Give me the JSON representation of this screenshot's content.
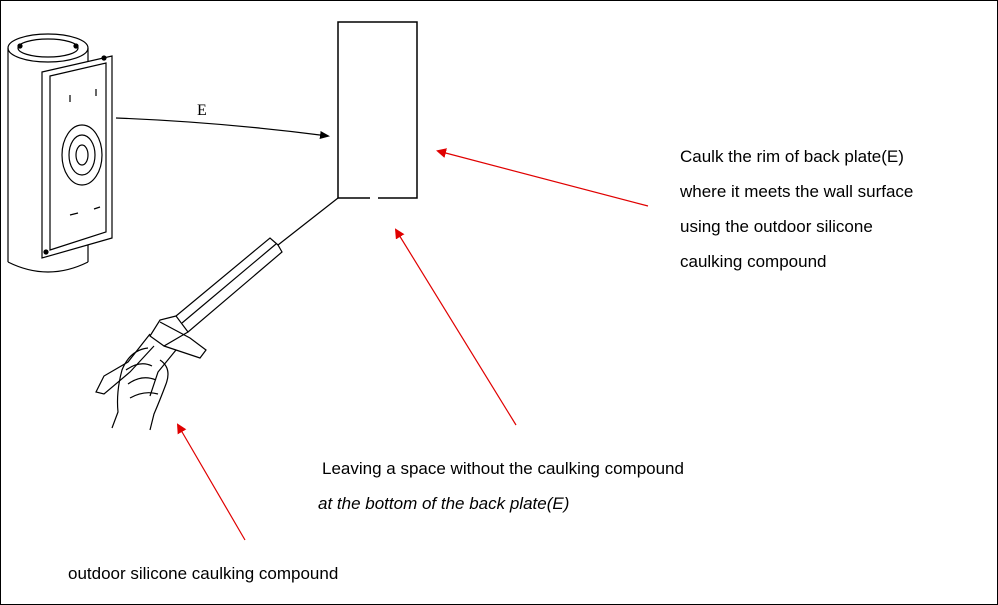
{
  "labels": {
    "plate_letter": "E"
  },
  "annotations": {
    "rim_line1": "Caulk the rim of back plate(E)",
    "rim_line2": "where it meets the wall surface",
    "rim_line3": "using the outdoor silicone",
    "rim_line4": "caulking compound",
    "space_line1": "Leaving a space without the caulking compound",
    "space_line2": "at the bottom of the back plate(E)",
    "compound_label": "outdoor silicone caulking compound"
  },
  "colors": {
    "arrow": "#e00000",
    "line": "#000000"
  }
}
